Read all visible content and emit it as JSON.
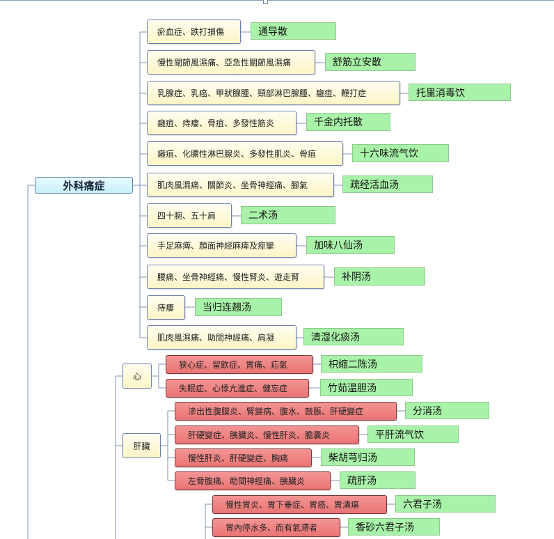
{
  "root": {
    "label": "外科痛症"
  },
  "conditions": [
    {
      "label": "瘀血症、跌打損傷",
      "remedy": "通导散"
    },
    {
      "label": "慢性關節風濕痛、亞急性關節風濕痛",
      "remedy": "舒筋立安散"
    },
    {
      "label": "乳腺症、乳癌、甲狀腺腫、頸部淋巴腺腫、癰疽、鞭打症",
      "remedy": "托里消毒饮"
    },
    {
      "label": "癰疽、痔瘻、骨疽、多發性筋炎",
      "remedy": "千金内托散"
    },
    {
      "label": "癰疽、化膿性淋巴腺炎、多發性肌炎、骨疽",
      "remedy": "十六味流气饮"
    },
    {
      "label": "肌肉風濕痛、關節炎、坐骨神經痛、腳氣",
      "remedy": "疏经活血汤"
    },
    {
      "label": "四十腕、五十肩",
      "remedy": "二术汤"
    },
    {
      "label": "手足麻痺、顏面神經麻痺及痙攣",
      "remedy": "加味八仙汤"
    },
    {
      "label": "腰痛、坐骨神經痛、慢性腎炎、遊走腎",
      "remedy": "补阴汤"
    },
    {
      "label": "痔瘻",
      "remedy": "当归连翘汤"
    },
    {
      "label": "肌肉風濕痛、助間神經痛、肩凝",
      "remedy": "清湿化痰汤"
    }
  ],
  "heart": {
    "label": "心",
    "items": [
      {
        "label": "狭心症、留飲症、胃痛、疝氣",
        "remedy": "枳缩二陈汤"
      },
      {
        "label": "失眠症、心悸亢進症、健忘症",
        "remedy": "竹茹温胆汤"
      }
    ]
  },
  "liver": {
    "label": "肝臟",
    "items": [
      {
        "label": "滲出性腹膜炎、腎變病、腹水、鼓脹、肝硬變症",
        "remedy": "分消汤"
      },
      {
        "label": "肝硬變症、胰臟炎、慢性肝炎、膽囊炎",
        "remedy": "平肝流气饮"
      },
      {
        "label": "慢性肝炎、肝硬變症、胸痛",
        "remedy": "柴胡芎归汤"
      },
      {
        "label": "左脅腹痛、助間神經痛、胰臟炎",
        "remedy": "疏肝汤"
      }
    ]
  },
  "stomach": {
    "items": [
      {
        "label": "慢性胃炎、胃下垂症、胃癌、胃潰瘍",
        "remedy": "六君子汤"
      },
      {
        "label": "胃內停水多、而有氣滯者",
        "remedy": "香砂六君子汤"
      }
    ]
  }
}
